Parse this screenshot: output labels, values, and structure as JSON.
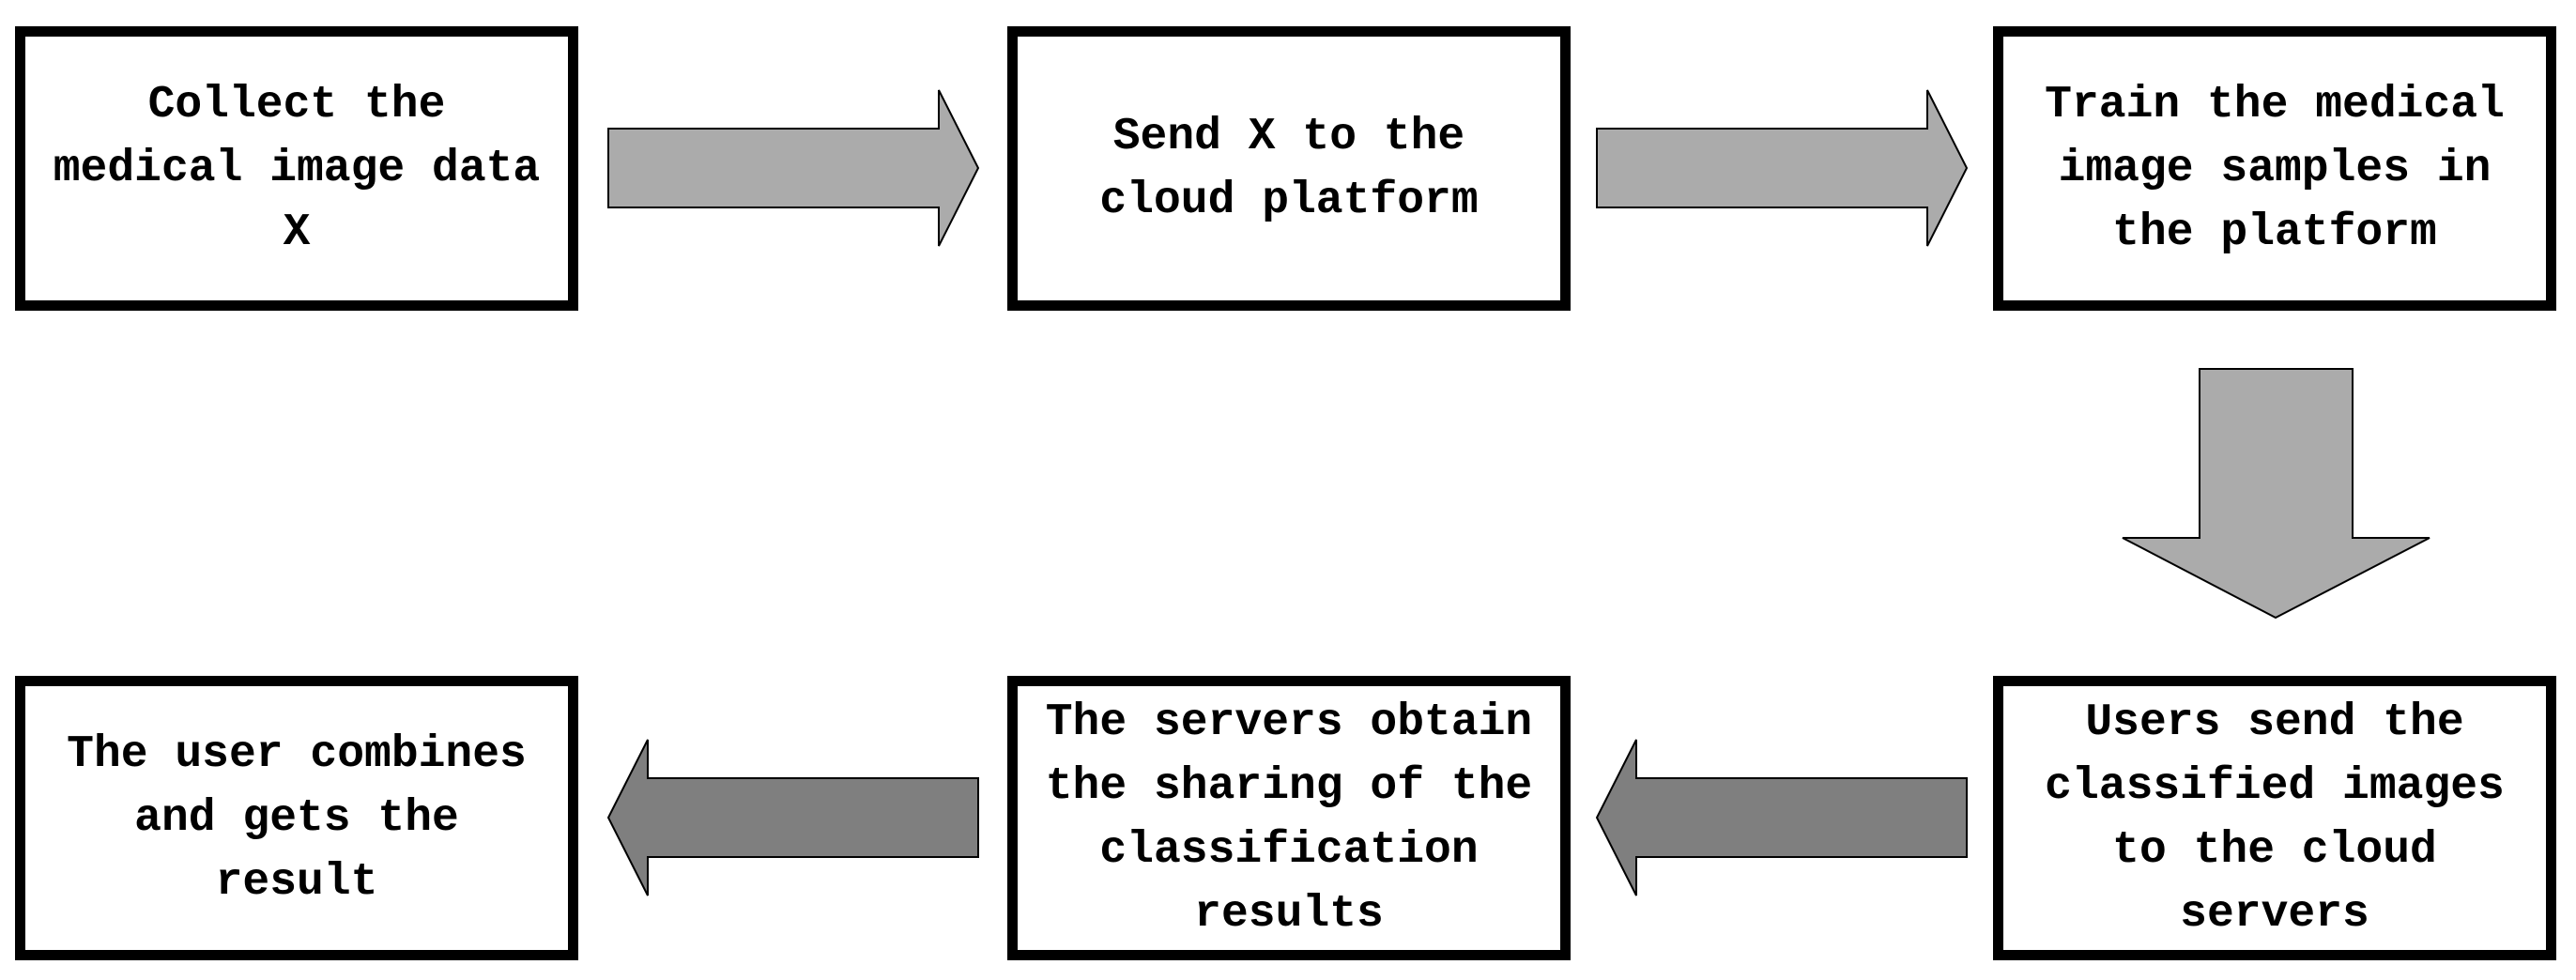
{
  "boxes": [
    {
      "id": "collect-data",
      "label": "Collect the\nmedical image data\nX"
    },
    {
      "id": "send-to-cloud",
      "label": "Send X to the\ncloud platform"
    },
    {
      "id": "train-samples",
      "label": "Train the medical\nimage samples in\nthe platform"
    },
    {
      "id": "users-send",
      "label": "Users send the\nclassified images\nto the cloud\nservers"
    },
    {
      "id": "servers-obtain",
      "label": "The servers obtain\nthe sharing of the\nclassification\nresults"
    },
    {
      "id": "user-combines",
      "label": "The user combines\nand gets the\nresult"
    }
  ],
  "colors": {
    "background": "#ffffff",
    "box_fill": "#ffffff",
    "box_border": "#000000",
    "text": "#000000",
    "arrow_light": "#ababab",
    "arrow_dark": "#7f7f7f",
    "arrow_outline": "#000000"
  }
}
